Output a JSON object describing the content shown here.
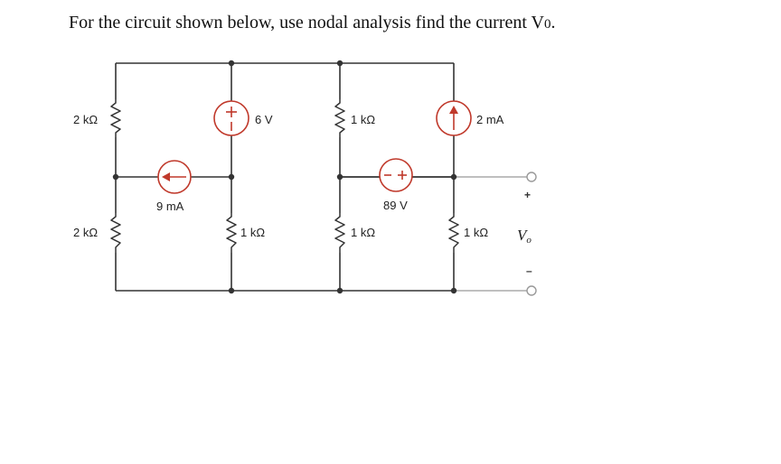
{
  "question": {
    "text": "For the circuit shown below, use nodal analysis find the current V"
  },
  "circuit": {
    "r_left_top": "2 kΩ",
    "r_left_bottom": "2 kΩ",
    "current_source_left": "9 mA",
    "voltage_source_6v": "6 V",
    "r_mid_bottom": "1 kΩ",
    "r_center_top": "1 kΩ",
    "r_center_bottom": "1 kΩ",
    "voltage_source_89v": "89 V",
    "current_source_right": "2 mA",
    "r_right_bottom": "1 kΩ",
    "output_symbol": "V",
    "output_subscript": "o",
    "plus_sign": "+",
    "minus_sign": "–",
    "colors": {
      "wire": "#333333",
      "source": "#c0392b",
      "terminal": "#999999"
    }
  }
}
